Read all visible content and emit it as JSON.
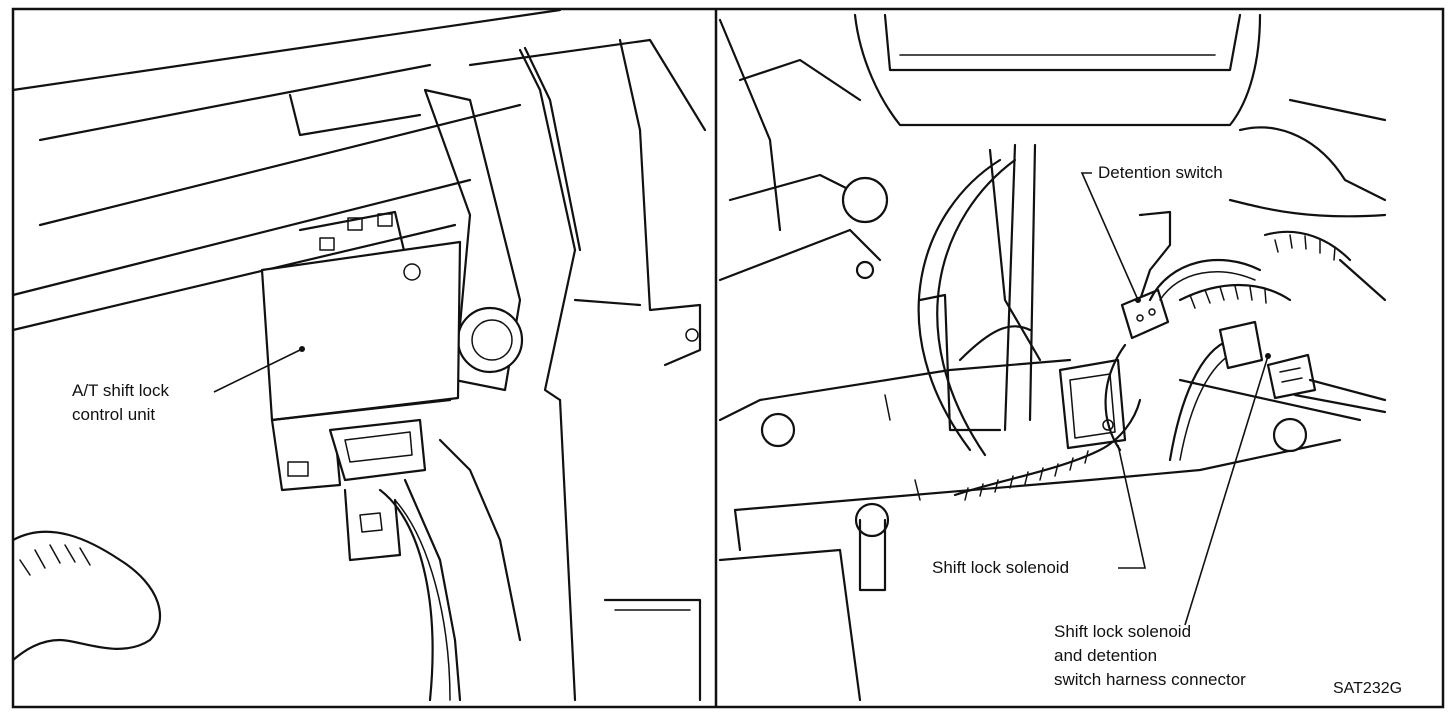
{
  "figure_code": "SAT232G",
  "left_panel": {
    "control_unit_label": [
      "A/T shift lock",
      "control unit"
    ]
  },
  "right_panel": {
    "detention_switch_label": "Detention switch",
    "solenoid_label": "Shift lock solenoid",
    "connector_label": [
      "Shift lock solenoid",
      "and detention",
      "switch harness connector"
    ]
  }
}
